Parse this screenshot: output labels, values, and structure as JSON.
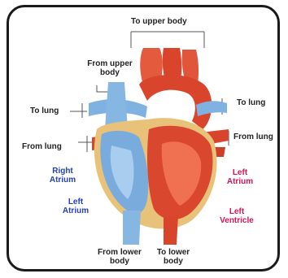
{
  "labels": {
    "to_upper_body": "To upper body",
    "from_upper_body": "From upper body",
    "to_lung_left": "To lung",
    "to_lung_right": "To lung",
    "from_lung_left": "From lung",
    "from_lung_right": "From lung",
    "right_atrium": "Right Atrium",
    "left_atrium_blue": "Left Atrium",
    "left_atrium_red": "Left Atrium",
    "left_ventricle": "Left Ventricle",
    "from_lower_body": "From lower body",
    "to_lower_body": "To lower body"
  },
  "colors": {
    "oxygenated": "#d8452c",
    "deoxygenated": "#6fa6d8",
    "label_blue": "#2440b8",
    "label_red": "#d4145a",
    "tissue": "#e9c27a"
  }
}
